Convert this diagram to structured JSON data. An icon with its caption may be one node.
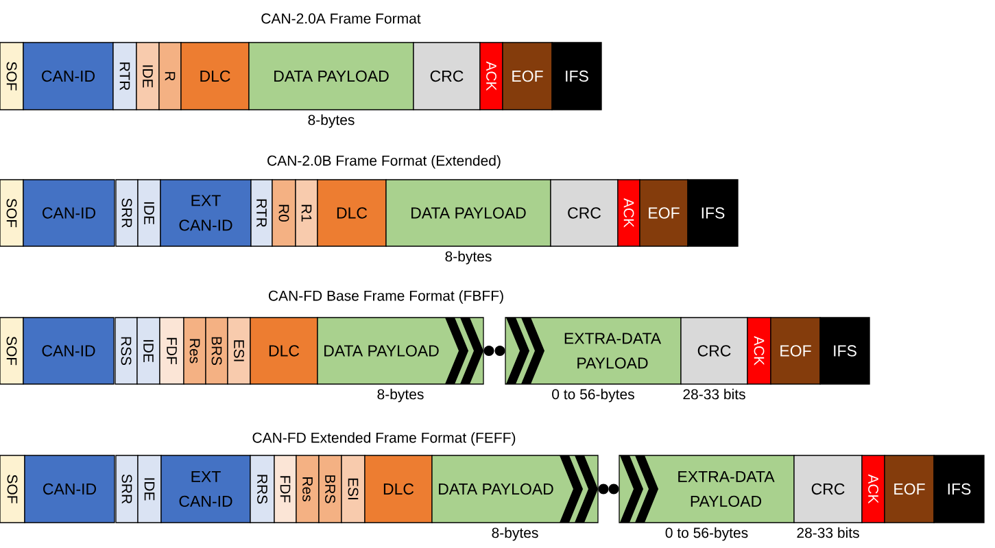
{
  "diagram": {
    "nodes": [
      {
        "text": [
          "SOF"
        ]
      },
      {
        "text": [
          "CAN-ID"
        ]
      },
      {
        "text": [
          "RTR"
        ]
      },
      {
        "text": [
          "IDE"
        ]
      },
      {
        "text": [
          "R"
        ]
      },
      {
        "text": [
          "DLC"
        ]
      },
      {
        "text": [
          "DATA PAYLOAD"
        ],
        "beside": [
          "8-bytes"
        ]
      },
      {
        "text": [
          "CRC"
        ]
      },
      {
        "text": [
          "ACK"
        ]
      },
      {
        "text": [
          "EOF"
        ]
      },
      {
        "text": [
          "IFS"
        ]
      },
      {
        "text": [
          "SOF"
        ]
      },
      {
        "text": [
          "CAN-ID"
        ]
      },
      {
        "text": [
          "SRR"
        ]
      },
      {
        "text": [
          "IDE"
        ]
      },
      {
        "text": [
          "EXT CAN-ID"
        ]
      },
      {
        "text": [
          "RTR"
        ]
      },
      {
        "text": [
          "R0"
        ]
      },
      {
        "text": [
          "R1"
        ]
      },
      {
        "text": [
          "DLC"
        ]
      },
      {
        "text": [
          "DATA PAYLOAD"
        ],
        "beside": [
          "8-bytes"
        ]
      },
      {
        "text": [
          "CRC"
        ]
      },
      {
        "text": [
          "ACK"
        ]
      },
      {
        "text": [
          "EOF"
        ]
      },
      {
        "text": [
          "IFS"
        ]
      },
      {
        "text": [
          "SOF"
        ]
      },
      {
        "text": [
          "CAN-ID"
        ]
      },
      {
        "text": [
          "RSS"
        ]
      },
      {
        "text": [
          "IDE"
        ]
      },
      {
        "text": [
          "FDF"
        ]
      },
      {
        "text": [
          "Res"
        ]
      },
      {
        "text": [
          "BRS"
        ]
      },
      {
        "text": [
          "ESI"
        ]
      },
      {
        "text": [
          "DLC"
        ]
      },
      {
        "text": [
          "DATA PAYLOAD"
        ],
        "beside": [
          "8-bytes"
        ]
      },
      {
        "text": [
          "EXTRA-DATA PAYLOAD"
        ],
        "beside": [
          "0 to 56-bytes"
        ]
      },
      {
        "text": [
          "CRC"
        ],
        "beside": [
          "28-33 bits"
        ]
      },
      {
        "text": [
          "ACK"
        ]
      },
      {
        "text": [
          "EOF"
        ]
      },
      {
        "text": [
          "IFS"
        ]
      },
      {
        "text": [
          "SOF"
        ]
      },
      {
        "text": [
          "CAN-ID"
        ]
      },
      {
        "text": [
          "SRR"
        ]
      },
      {
        "text": [
          "IDE"
        ]
      },
      {
        "text": [
          "EXT CAN-ID"
        ]
      },
      {
        "text": [
          "RRS"
        ]
      },
      {
        "text": [
          "FDF"
        ]
      },
      {
        "text": [
          "Res"
        ]
      },
      {
        "text": [
          "BRS"
        ]
      },
      {
        "text": [
          "ESI"
        ]
      },
      {
        "text": [
          "DLC"
        ]
      },
      {
        "text": [
          "DATA PAYLOAD"
        ],
        "beside": [
          "8-bytes"
        ]
      },
      {
        "text": [
          "EXTRA-DATA PAYLOAD"
        ],
        "beside": [
          "0 to 56-bytes"
        ]
      },
      {
        "text": [
          "CRC"
        ],
        "beside": [
          "28-33 bits"
        ]
      },
      {
        "text": [
          "ACK"
        ]
      },
      {
        "text": [
          "EOF"
        ]
      },
      {
        "text": [
          "IFS"
        ]
      }
    ],
    "labels": [
      "CAN-2.0A Frame Format",
      "CAN-2.0B Frame Format (Extended)",
      "CAN-FD Base Frame Format (FBFF)",
      "CAN-FD Extended Frame Format (FEFF)"
    ]
  }
}
